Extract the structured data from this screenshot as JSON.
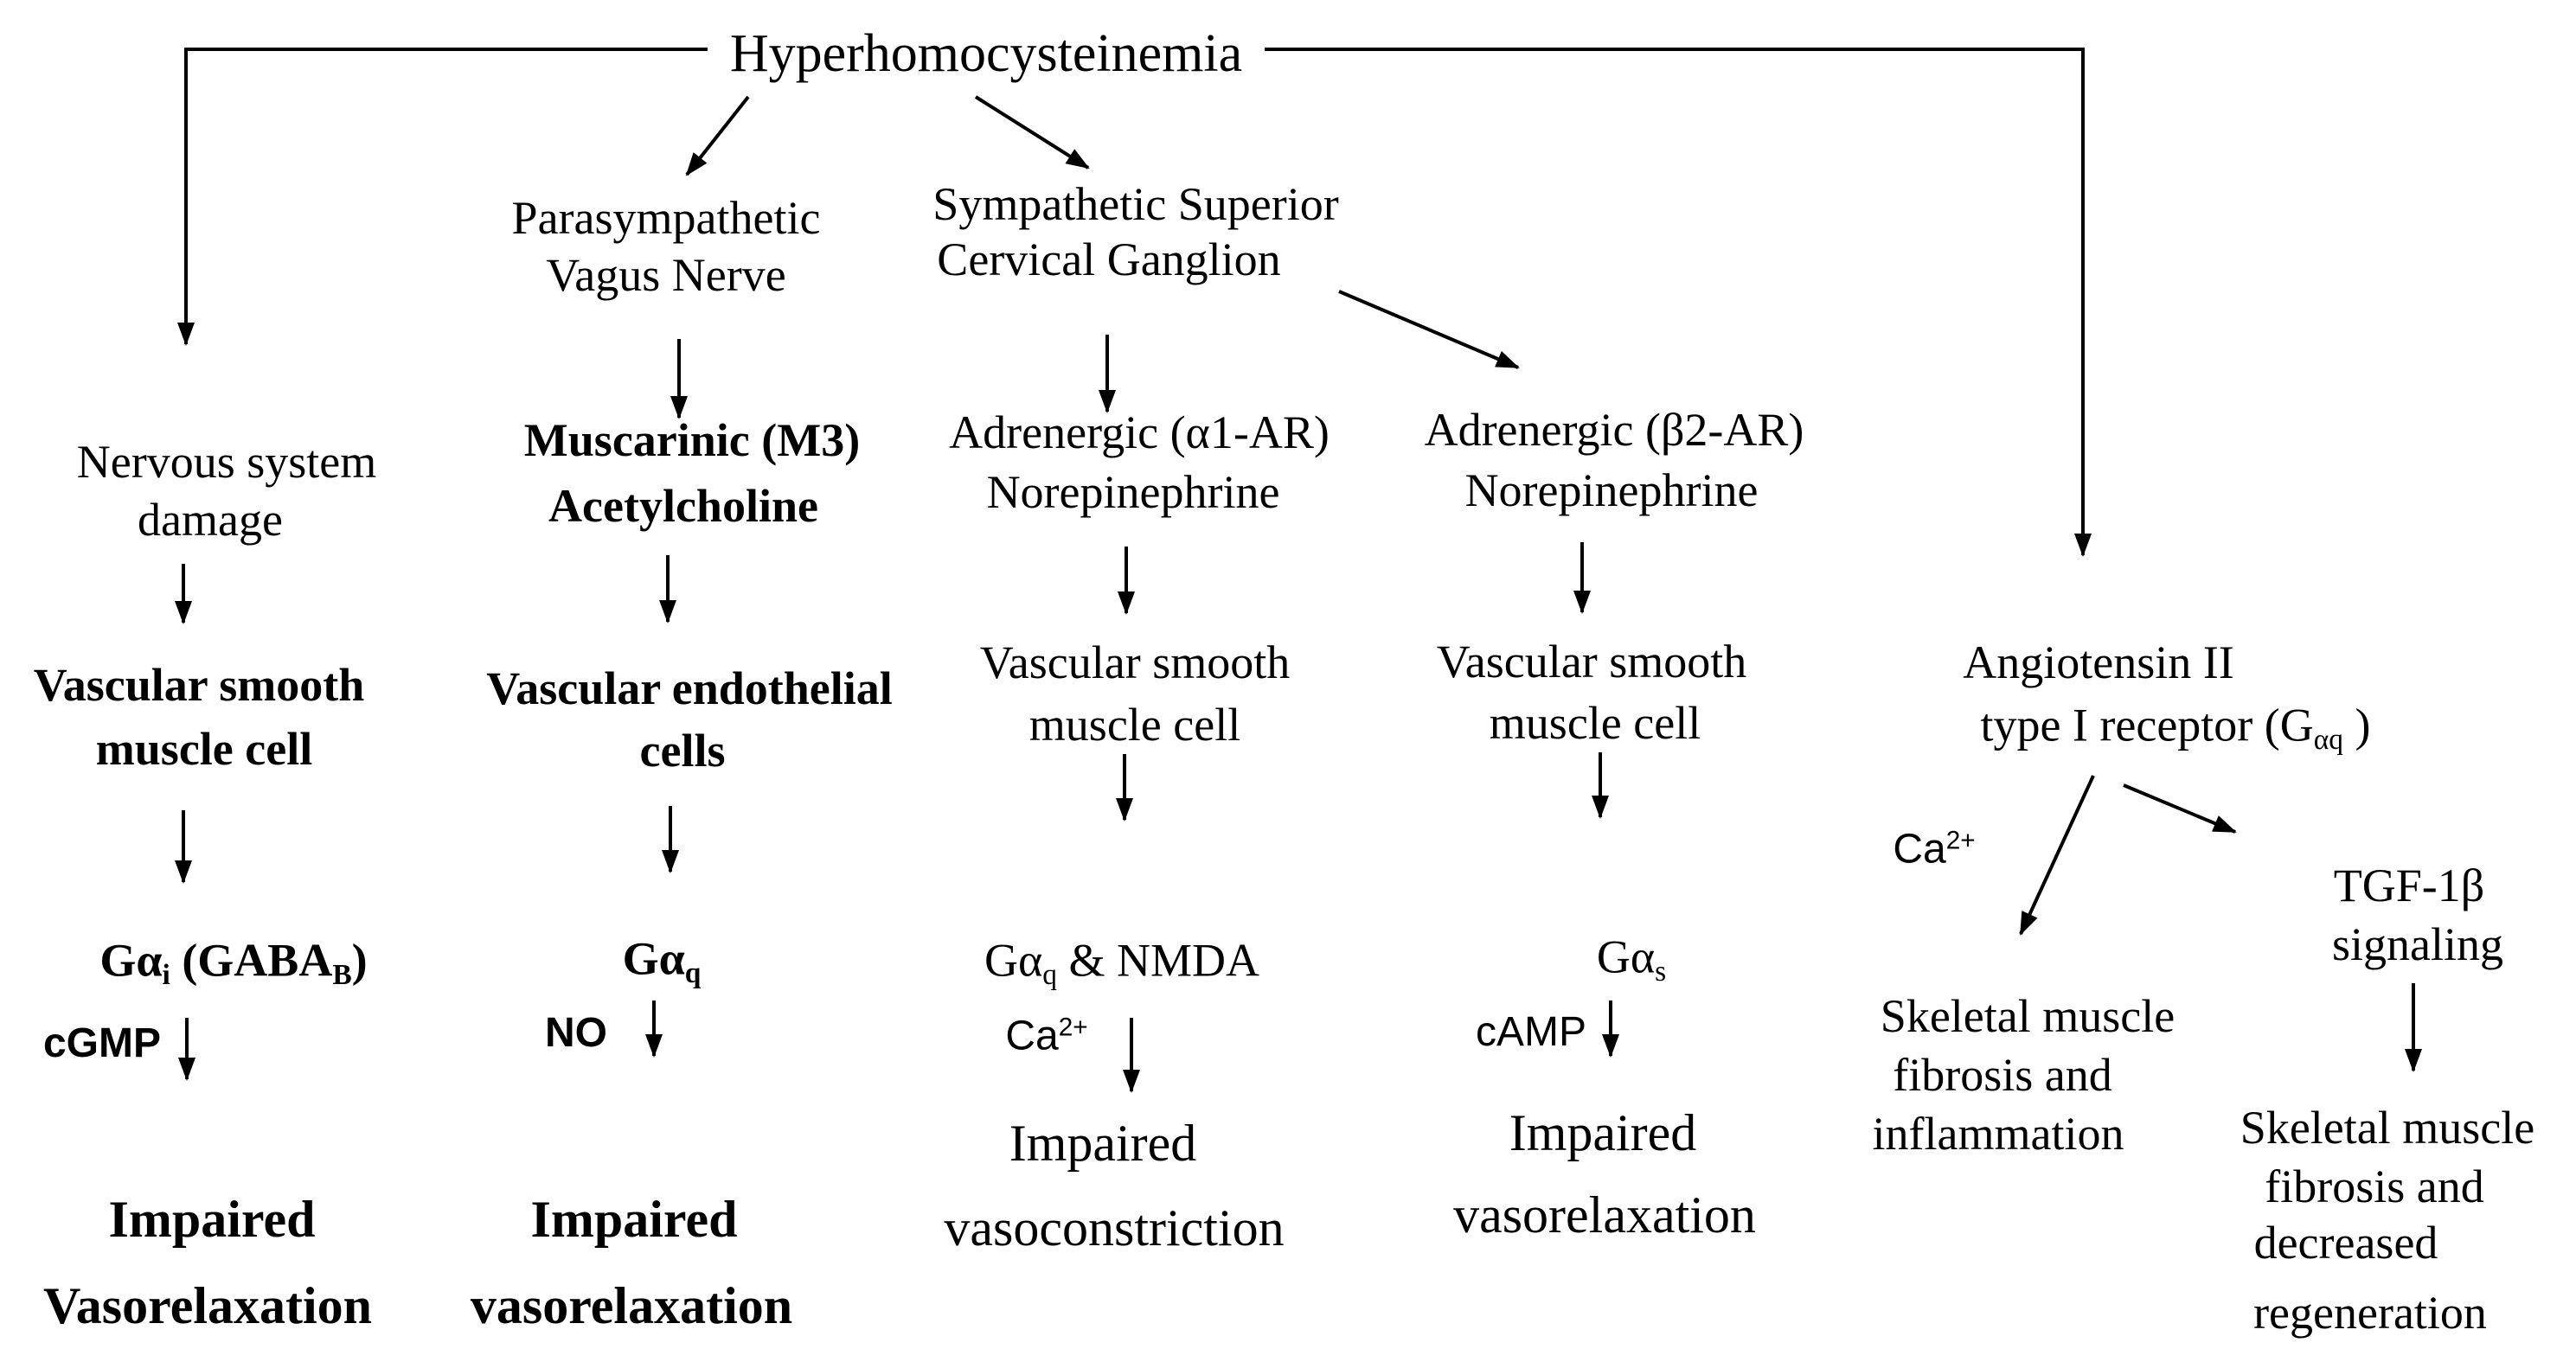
{
  "title": "Hyperhomocysteinemia",
  "colors": {
    "ink": "#000000",
    "background": "#ffffff"
  },
  "columns": {
    "nervous": {
      "damage_l1": "Nervous system",
      "damage_l2": "damage",
      "vascular_l1": "Vascular smooth",
      "vascular_l2": "muscle cell",
      "gprotein": {
        "pre": "Gα",
        "sub1": "i",
        "mid": " (GABA",
        "sub2": "B",
        "post": ")"
      },
      "messenger": "cGMP",
      "outcome_l1": "Impaired",
      "outcome_l2": "Vasorelaxation"
    },
    "parasympathetic": {
      "header_l1": "Parasympathetic",
      "header_l2": "Vagus Nerve",
      "receptor_l1": "Muscarinic (M3)",
      "receptor_l2": "Acetylcholine",
      "vascular_l1": "Vascular endothelial",
      "vascular_l2": "cells",
      "gprotein": {
        "pre": "Gα",
        "sub": "q"
      },
      "messenger": "NO",
      "outcome_l1": "Impaired",
      "outcome_l2": "vasorelaxation"
    },
    "sympathetic_alpha": {
      "header_l1": "Sympathetic Superior",
      "header_l2": "Cervical Ganglion",
      "receptor_l1": "Adrenergic (α1-AR)",
      "receptor_l2": "Norepinephrine",
      "vascular_l1": "Vascular smooth",
      "vascular_l2": "muscle cell",
      "gprotein": {
        "pre": "Gα",
        "sub": "q",
        "post": " & NMDA"
      },
      "messenger": {
        "base": "Ca",
        "sup": "2+"
      },
      "outcome_l1": "Impaired",
      "outcome_l2": "vasoconstriction"
    },
    "sympathetic_beta": {
      "receptor_l1": "Adrenergic (β2-AR)",
      "receptor_l2": "Norepinephrine",
      "vascular_l1": "Vascular smooth",
      "vascular_l2": "muscle cell",
      "gprotein": {
        "pre": "Gα",
        "sub": "s"
      },
      "messenger": "cAMP",
      "outcome_l1": "Impaired",
      "outcome_l2": "vasorelaxation"
    },
    "angiotensin": {
      "header_l1": "Angiotensin II",
      "header_l2_pre": "type I receptor (G",
      "header_l2_sub": "αq",
      "header_l2_post": " )",
      "calcium": {
        "base": "Ca",
        "sup": "2+"
      },
      "left_outcome_l1": "Skeletal muscle",
      "left_outcome_l2": "fibrosis and",
      "left_outcome_l3": "inflammation",
      "tgf_l1": "TGF-1β",
      "tgf_l2": "signaling",
      "right_outcome_l1": "Skeletal muscle",
      "right_outcome_l2": "fibrosis and",
      "right_outcome_l3": "decreased",
      "right_outcome_l4": "regeneration"
    }
  }
}
